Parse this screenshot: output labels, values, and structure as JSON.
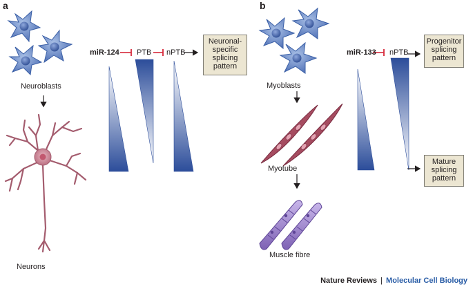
{
  "panel_a": {
    "letter": "a",
    "cells_top_label": "Neuroblasts",
    "cells_bottom_label": "Neurons",
    "mirna": "miR-124",
    "gene1": "PTB",
    "gene2": "nPTB",
    "outcome": [
      "Neuronal-",
      "specific",
      "splicing",
      "pattern"
    ]
  },
  "panel_b": {
    "letter": "b",
    "cells_top_label": "Myoblasts",
    "cells_mid_label": "Myotube",
    "cells_bottom_label": "Muscle fibre",
    "mirna": "miR-133",
    "gene": "nPTB",
    "outcome_top": [
      "Progenitor",
      "splicing",
      "pattern"
    ],
    "outcome_bottom": [
      "Mature",
      "splicing",
      "pattern"
    ]
  },
  "credit": {
    "journal": "Nature Reviews",
    "separator": "|",
    "subject": "Molecular Cell Biology"
  },
  "colors": {
    "cell_blue": "#5b7fc2",
    "nucleus_blue": "#3a5fa6",
    "neuron_pink": "#c98a9a",
    "myotube_red": "#a34a5e",
    "fibre_purple": "#9b84c9",
    "gradient_dark": "#2c4d9a",
    "inhibitor_red": "#d6283a",
    "box_fill": "#ece6d2"
  }
}
